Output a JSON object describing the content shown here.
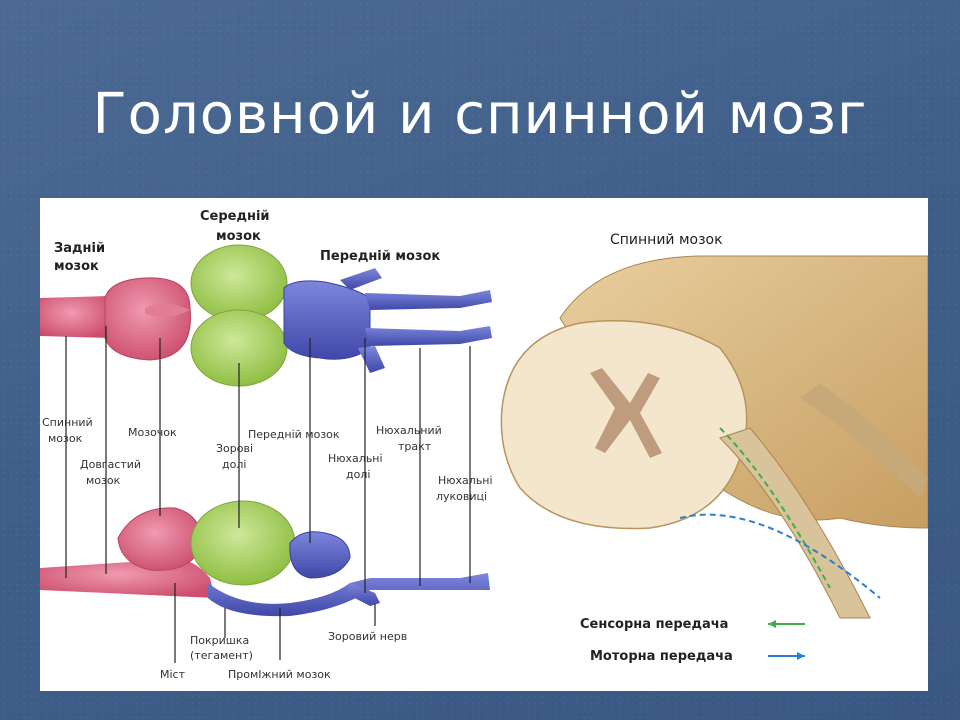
{
  "slide": {
    "title": "Головной и спинной мозг"
  },
  "brain": {
    "header_labels": {
      "hindbrain": [
        "Задній",
        "мозок"
      ],
      "midbrain": [
        "Середній",
        "мозок"
      ],
      "forebrain": "Передній мозок"
    },
    "top_labels": {
      "spinal_cord": [
        "Спинний",
        "мозок"
      ],
      "medulla": [
        "Довгастий",
        "мозок"
      ],
      "cerebellum": "Мозочок",
      "optic_lobes": [
        "Зорові",
        "долі"
      ],
      "forebrain": "Передній мозок",
      "olfactory_lobes": [
        "Нюхальні",
        "долі"
      ],
      "olfactory_tract": [
        "Нюхальний",
        "тракт"
      ],
      "olfactory_bulbs": [
        "Нюхальні",
        "луковиці"
      ]
    },
    "bottom_labels": {
      "tegmentum": [
        "Покришка",
        "(тегамент)"
      ],
      "optic_nerve": "Зоровий нерв",
      "pons": "Міст",
      "diencephalon": "ПромІжний мозок"
    },
    "colors": {
      "hindbrain": "#d9607a",
      "midbrain": "#a9cf5e",
      "forebrain": "#5b64c2"
    }
  },
  "spinal": {
    "title": "Спинний мозок",
    "legend": [
      {
        "label": "Сенсорна передача",
        "color": "#3fae4a"
      },
      {
        "label": "Моторна передача",
        "color": "#2a7fd0"
      }
    ]
  }
}
